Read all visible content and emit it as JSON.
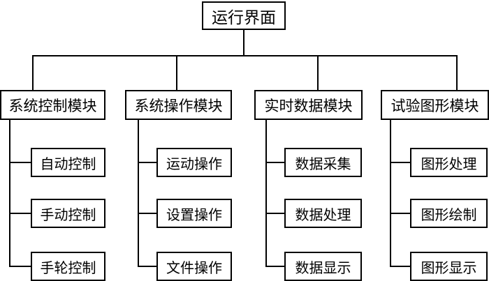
{
  "root": {
    "label": "运行界面"
  },
  "modules": [
    {
      "label": "系统控制模块",
      "children": [
        "自动控制",
        "手动控制",
        "手轮控制"
      ]
    },
    {
      "label": "系统操作模块",
      "children": [
        "运动操作",
        "设置操作",
        "文件操作"
      ]
    },
    {
      "label": "实时数据模块",
      "children": [
        "数据采集",
        "数据处理",
        "数据显示"
      ]
    },
    {
      "label": "试验图形模块",
      "children": [
        "图形处理",
        "图形绘制",
        "图形显示"
      ]
    }
  ]
}
